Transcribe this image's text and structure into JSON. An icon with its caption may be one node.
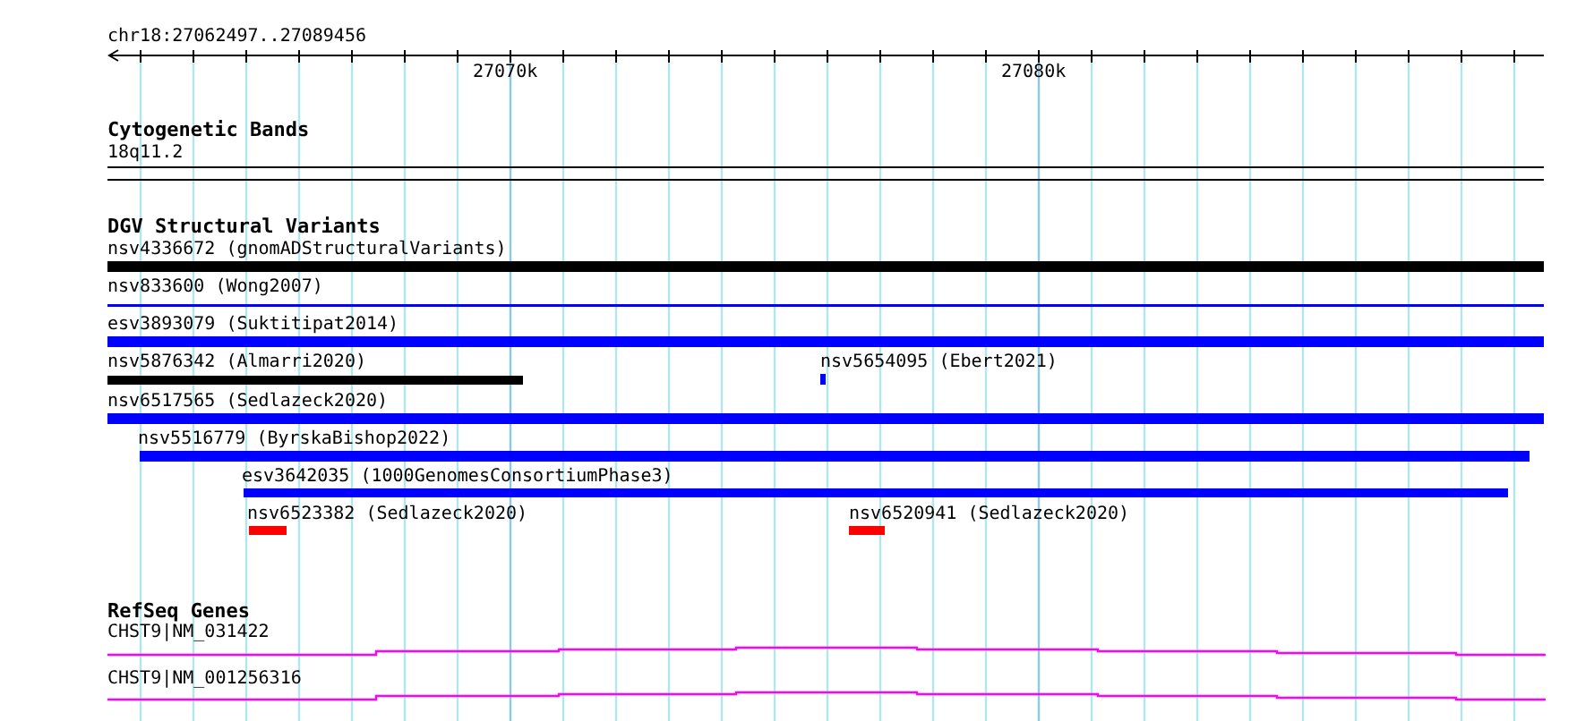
{
  "diagram": {
    "labels": [
      "chr18:27062497..27089456",
      "27070k",
      "27080k",
      "Cytogenetic Bands",
      "18q11.2",
      "DGV Structural Variants",
      "nsv4336672 (gnomADStructuralVariants)",
      "nsv833600 (Wong2007)",
      "esv3893079 (Suktitipat2014)",
      "nsv5876342 (Almarri2020)",
      "nsv5654095 (Ebert2021)",
      "nsv6517565 (Sedlazeck2020)",
      "nsv5516779 (ByrskaBishop2022)",
      "esv3642035 (1000GenomesConsortiumPhase3)",
      "nsv6523382 (Sedlazeck2020)",
      "nsv6520941 (Sedlazeck2020)",
      "RefSeq Genes",
      "CHST9|NM_031422",
      "CHST9|NM_001256316"
    ]
  }
}
